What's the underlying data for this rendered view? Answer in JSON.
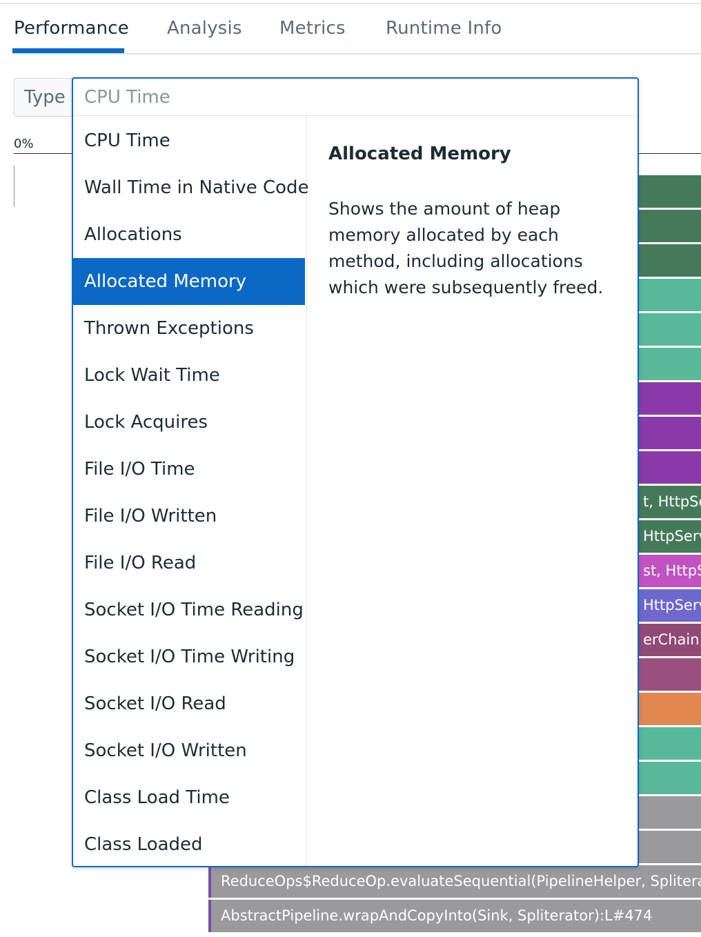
{
  "tabs": [
    {
      "label": "Performance"
    },
    {
      "label": "Analysis"
    },
    {
      "label": "Metrics"
    },
    {
      "label": "Runtime Info"
    }
  ],
  "type_label": "Type",
  "chart": {
    "percent_label": "0%"
  },
  "dropdown": {
    "placeholder": "CPU Time",
    "options": [
      "CPU Time",
      "Wall Time in Native Code",
      "Allocations",
      "Allocated Memory",
      "Thrown Exceptions",
      "Lock Wait Time",
      "Lock Acquires",
      "File I/O Time",
      "File I/O Written",
      "File I/O Read",
      "Socket I/O Time Reading",
      "Socket I/O Time Writing",
      "Socket I/O Read",
      "Socket I/O Written",
      "Class Load Time",
      "Class Loaded"
    ],
    "selected": "Allocated Memory",
    "description": {
      "title": "Allocated Memory",
      "body": "Shows the amount of heap memory allocated by each method, including allocations which were subsequently freed."
    }
  },
  "frames": [
    {
      "label": "",
      "color": "#447a5a"
    },
    {
      "label": "",
      "color": "#447a5a"
    },
    {
      "label": "",
      "color": "#447a5a"
    },
    {
      "label": "",
      "color": "#57b89a"
    },
    {
      "label": "",
      "color": "#57b89a"
    },
    {
      "label": "",
      "color": "#57b89a"
    },
    {
      "label": "",
      "color": "#8a3aa8"
    },
    {
      "label": "",
      "color": "#8a3aa8"
    },
    {
      "label": "",
      "color": "#8a3aa8"
    },
    {
      "label": "t, HttpSe",
      "color": "#447a5a"
    },
    {
      "label": "HttpServ",
      "color": "#447a5a"
    },
    {
      "label": "st, HttpSe",
      "color": "#c052c2"
    },
    {
      "label": "HttpServ",
      "color": "#6e67cc"
    },
    {
      "label": "erChain):L",
      "color": "#8f4a76"
    },
    {
      "label": "",
      "color": "#9a4f80"
    },
    {
      "label": "",
      "color": "#e08752"
    },
    {
      "label": "",
      "color": "#57b89a"
    },
    {
      "label": "",
      "color": "#57b89a"
    },
    {
      "label": "",
      "color": "#9a999c"
    },
    {
      "label": "",
      "color": "#9a999c"
    },
    {
      "label": "ReduceOps$ReduceOp.evaluateSequential(PipelineHelper, Spliterato",
      "color": "#9a999c"
    },
    {
      "label": "AbstractPipeline.wrapAndCopyInto(Sink, Spliterator):L#474",
      "color": "#9a999c"
    }
  ]
}
